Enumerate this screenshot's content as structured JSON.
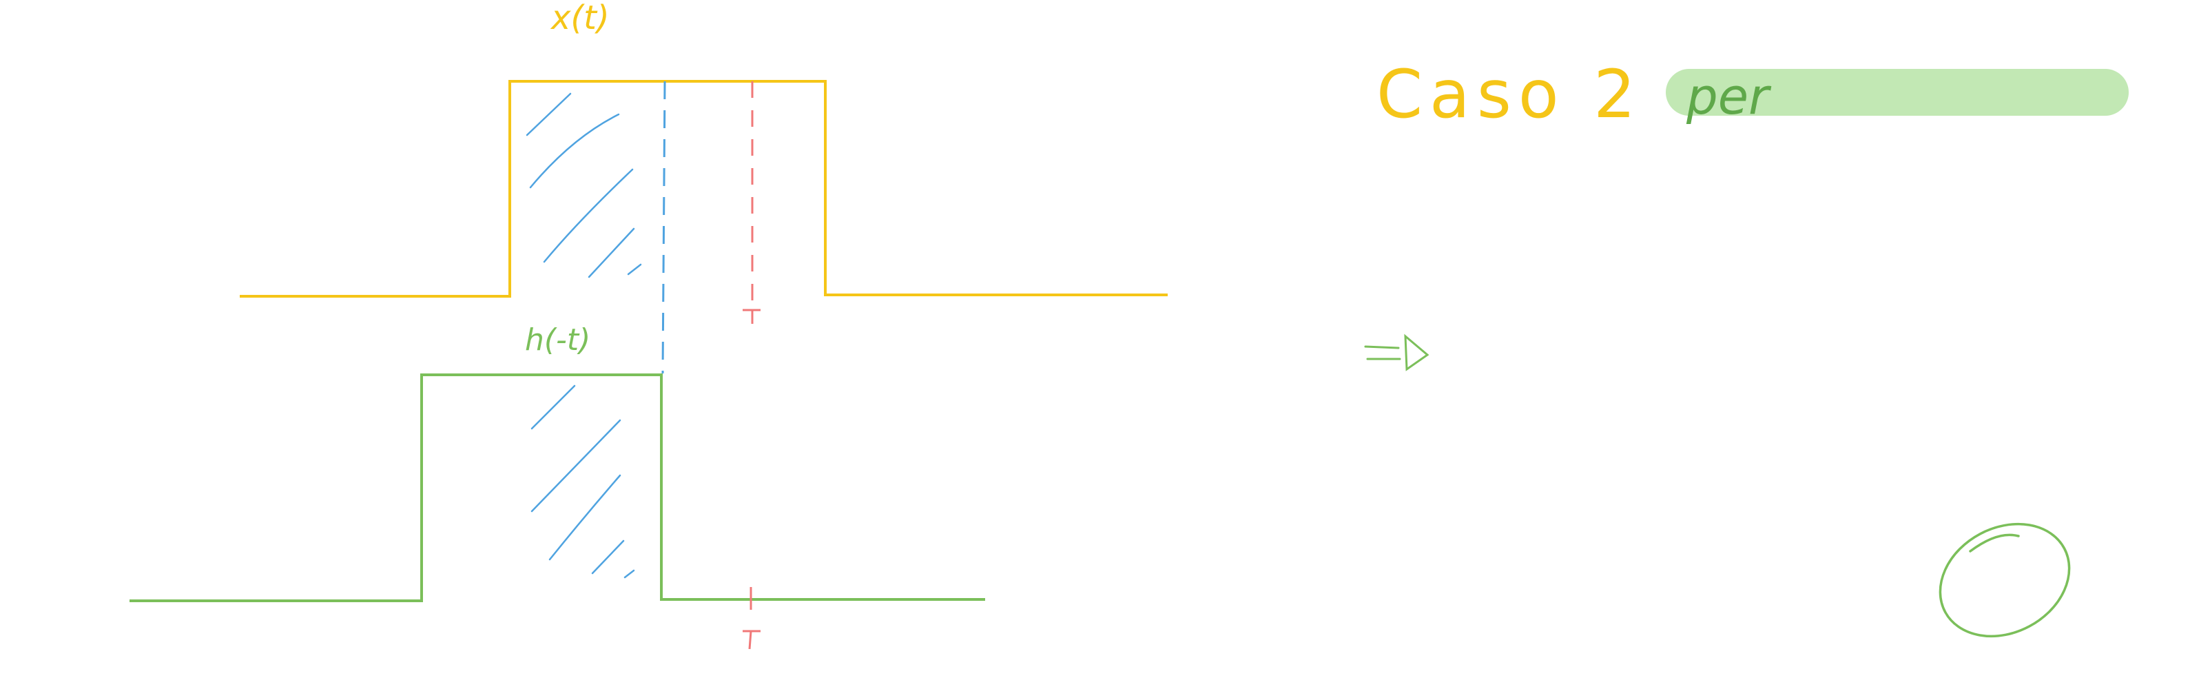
{
  "labels": {
    "x_signal": "x(t)",
    "h_signal": "h(-t)",
    "tau_top": "τ",
    "tau_bottom": "τ",
    "case_title": "Caso 2",
    "highlight_text": "per",
    "arrow": "⇒"
  },
  "colors": {
    "x_signal": "#F5C518",
    "h_signal": "#7BBF5A",
    "hatch": "#4FA3E0",
    "tau_marker": "#F07878",
    "highlight_fill": "#C2E8B4",
    "highlight_text": "#5FA84A",
    "case_title": "#F5C518"
  }
}
